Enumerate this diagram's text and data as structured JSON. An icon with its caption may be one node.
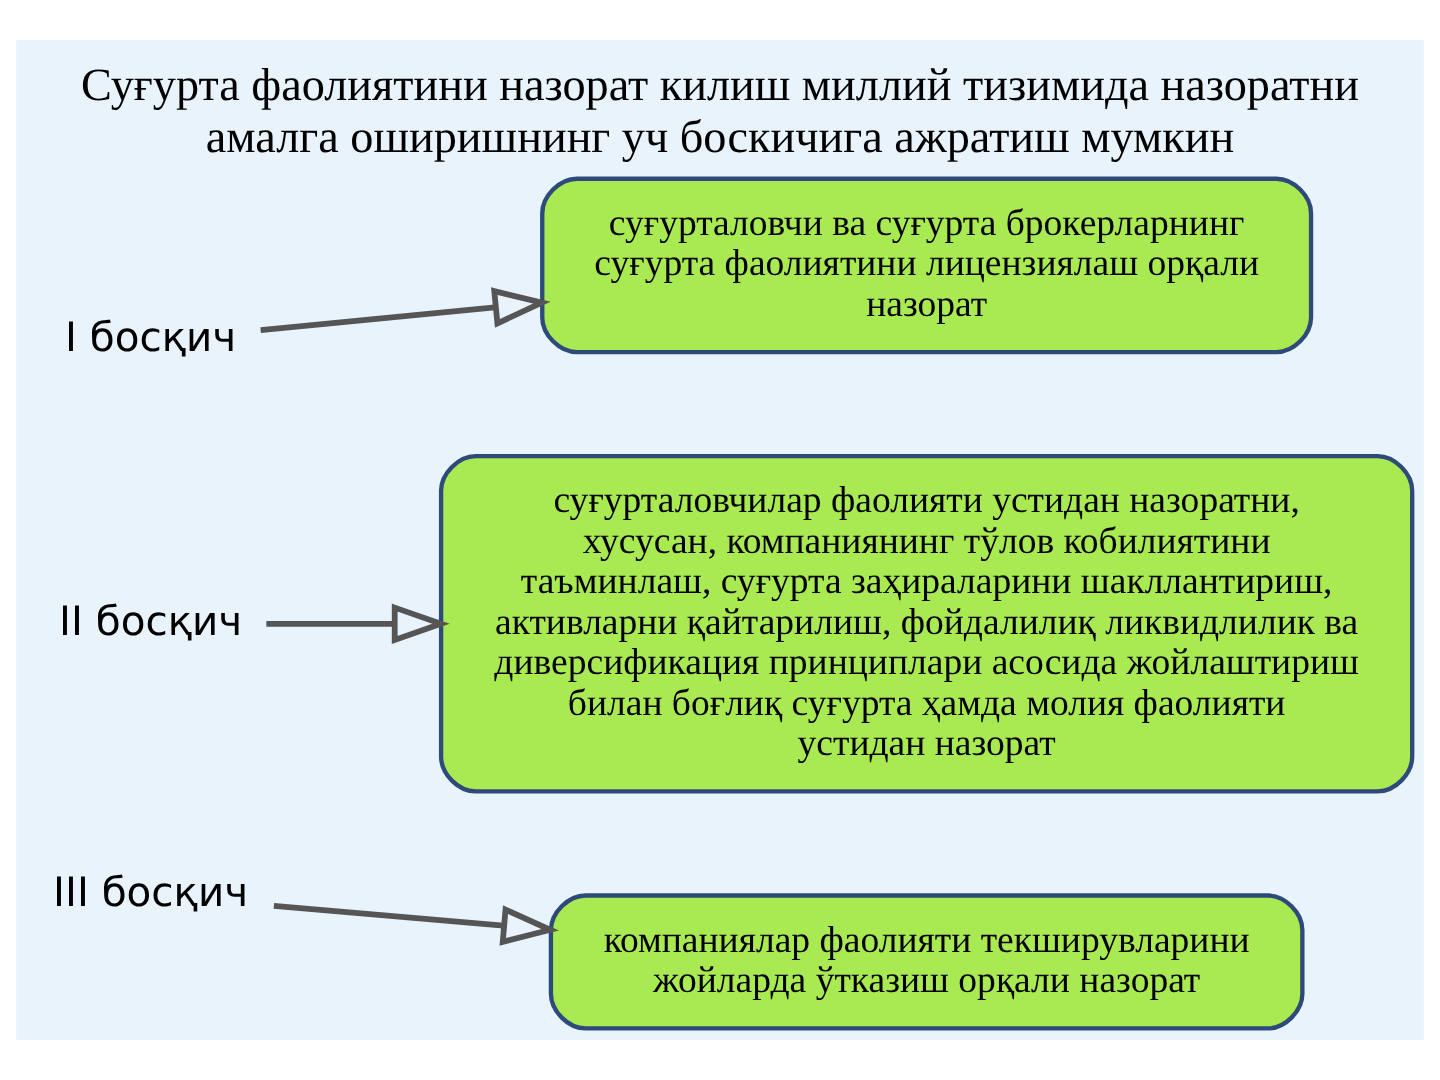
{
  "diagram": {
    "title": "Суғурта фаолиятини назорат килиш миллий тизимида назоратни амалга оширишнинг уч боскичига ажратиш мумкин",
    "nodes": [
      {
        "text": [
          "I босқич"
        ]
      },
      {
        "text": [
          "суғурталовчи ва суғурта брокерларнинг суғурта фаолиятини лицензиялаш орқали назорат"
        ]
      },
      {
        "text": [
          "II босқич"
        ]
      },
      {
        "text": [
          "суғурталовчилар фаолияти устидан назоратни, хусусан, компаниянинг тўлов кобилиятини таъминлаш, суғурта заҳираларини шакллантириш, активларни қайтарилиш, фойдалилиқ ликвидлилик ва диверсификация принциплари асосида жойлаштириш билан боғлиқ суғурта ҳамда молия фаолияти устидан назорат"
        ]
      },
      {
        "text": [
          "III босқич"
        ]
      },
      {
        "text": [
          "компаниялар фаолияти текширувларини жойларда ўтказиш орқали назорат"
        ]
      }
    ],
    "edges": [
      {
        "from": 0,
        "to": 1,
        "arrow": "to"
      },
      {
        "from": 2,
        "to": 3,
        "arrow": "to"
      },
      {
        "from": 4,
        "to": 5,
        "arrow": "to"
      }
    ]
  }
}
